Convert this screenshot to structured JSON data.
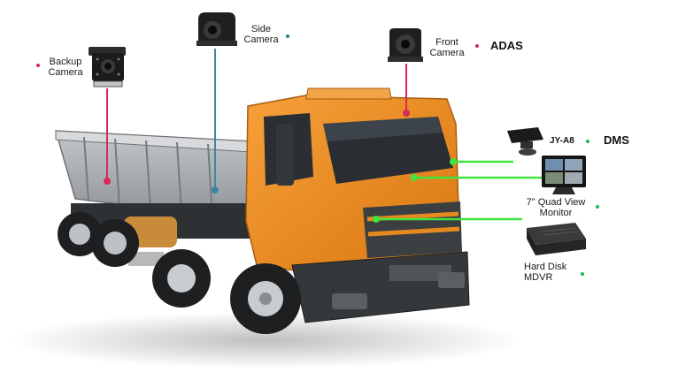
{
  "cameras": {
    "backup": {
      "line1": "Backup",
      "line2": "Camera"
    },
    "side": {
      "line1": "Side",
      "line2": "Camera"
    },
    "front": {
      "line1": "Front",
      "line2": "Camera",
      "feature": "ADAS"
    }
  },
  "dms": {
    "model": "JY-A8",
    "feature": "DMS"
  },
  "monitor": {
    "line1": "7\" Quad View",
    "line2": "Monitor"
  },
  "mdvr": {
    "line1": "Hard Disk",
    "line2": "MDVR"
  },
  "colors": {
    "backup_line": "#d62a5a",
    "side_line": "#3e86a6",
    "front_line": "#d62a5a",
    "connector_green": "#3fe43f",
    "truck_orange": "#f08a1c",
    "bed_grey": "#9ea3a8",
    "dot_green": "#1db954",
    "dot_red": "#d62a5a",
    "dot_teal": "#2a7f8f"
  },
  "icons": {
    "backup_camera": "box-camera-icon",
    "side_camera": "dome-camera-icon",
    "front_camera": "dome-camera-icon",
    "dms_camera": "driver-monitor-camera-icon",
    "monitor": "quad-view-monitor-icon",
    "mdvr": "mobile-dvr-icon"
  }
}
